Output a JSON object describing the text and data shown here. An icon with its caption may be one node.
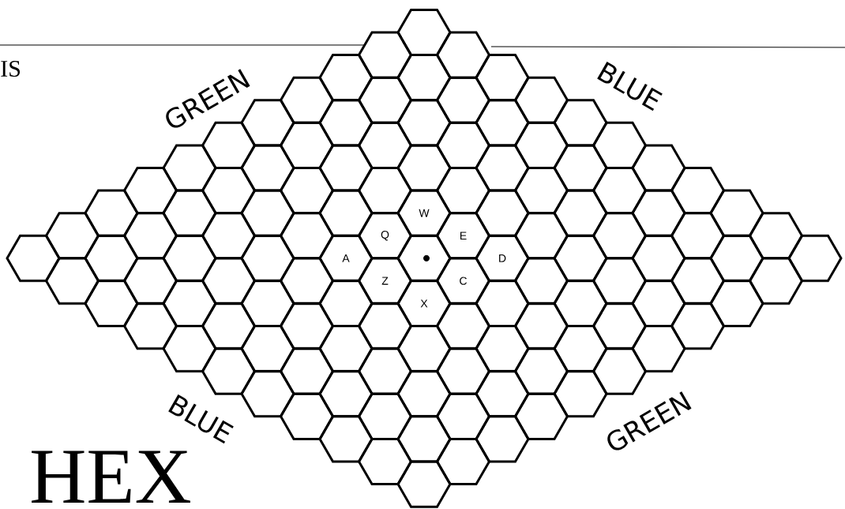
{
  "diagram": {
    "title": "HEX",
    "nodes": [
      {
        "text": [],
        "shape": "hexagon"
      },
      {
        "text": [],
        "shape": "hexagon"
      },
      {
        "text": [],
        "shape": "hexagon"
      },
      {
        "text": [],
        "shape": "hexagon"
      },
      {
        "text": [],
        "shape": "hexagon"
      },
      {
        "text": [],
        "shape": "hexagon"
      },
      {
        "text": [],
        "shape": "hexagon"
      },
      {
        "text": [],
        "shape": "hexagon"
      },
      {
        "text": [],
        "shape": "hexagon"
      },
      {
        "text": [],
        "shape": "hexagon"
      },
      {
        "text": [],
        "shape": "hexagon"
      },
      {
        "text": [],
        "shape": "hexagon"
      },
      {
        "text": [],
        "shape": "hexagon"
      },
      {
        "text": [],
        "shape": "hexagon"
      },
      {
        "text": [],
        "shape": "hexagon"
      },
      {
        "text": [],
        "shape": "hexagon"
      },
      {
        "text": [],
        "shape": "hexagon"
      },
      {
        "text": [],
        "shape": "hexagon"
      },
      {
        "text": [],
        "shape": "hexagon"
      },
      {
        "text": [],
        "shape": "hexagon"
      },
      {
        "text": [],
        "shape": "hexagon"
      },
      {
        "text": [],
        "shape": "hexagon"
      },
      {
        "text": [],
        "shape": "hexagon"
      },
      {
        "text": [],
        "shape": "hexagon"
      },
      {
        "text": [],
        "shape": "hexagon"
      },
      {
        "text": [],
        "shape": "hexagon"
      },
      {
        "text": [],
        "shape": "hexagon"
      },
      {
        "text": [],
        "shape": "hexagon"
      },
      {
        "text": [],
        "shape": "hexagon"
      },
      {
        "text": [],
        "shape": "hexagon"
      },
      {
        "text": [],
        "shape": "hexagon"
      },
      {
        "text": [],
        "shape": "hexagon"
      },
      {
        "text": [],
        "shape": "hexagon"
      },
      {
        "text": [],
        "shape": "hexagon"
      },
      {
        "text": [],
        "shape": "hexagon"
      },
      {
        "text": [],
        "shape": "hexagon"
      },
      {
        "text": [],
        "shape": "hexagon"
      },
      {
        "text": [],
        "shape": "hexagon"
      },
      {
        "text": [],
        "shape": "hexagon"
      },
      {
        "text": [],
        "shape": "hexagon"
      },
      {
        "text": [
          "W"
        ]
      },
      {
        "text": [],
        "shape": "hexagon"
      },
      {
        "text": [],
        "shape": "hexagon"
      },
      {
        "text": [],
        "shape": "hexagon"
      },
      {
        "text": [],
        "shape": "hexagon"
      },
      {
        "text": [],
        "shape": "hexagon"
      },
      {
        "text": [],
        "shape": "hexagon"
      },
      {
        "text": [],
        "shape": "hexagon"
      },
      {
        "text": [],
        "shape": "hexagon"
      },
      {
        "text": [
          "Q"
        ]
      },
      {
        "text": [
          "E"
        ]
      },
      {
        "text": [],
        "shape": "hexagon"
      },
      {
        "text": [],
        "shape": "hexagon"
      },
      {
        "text": [],
        "shape": "hexagon"
      },
      {
        "text": [],
        "shape": "hexagon"
      },
      {
        "text": [],
        "shape": "hexagon"
      },
      {
        "text": [],
        "shape": "hexagon"
      },
      {
        "text": [],
        "shape": "hexagon"
      },
      {
        "text": [],
        "shape": "hexagon"
      },
      {
        "text": [
          "A"
        ]
      },
      {
        "text": [],
        "shape": "hexagon"
      },
      {
        "text": [
          "D"
        ]
      },
      {
        "text": [],
        "shape": "hexagon"
      },
      {
        "text": [],
        "shape": "hexagon"
      },
      {
        "text": [],
        "shape": "hexagon"
      },
      {
        "text": [],
        "shape": "hexagon"
      },
      {
        "text": [],
        "shape": "hexagon"
      },
      {
        "text": [],
        "shape": "hexagon"
      },
      {
        "text": [],
        "shape": "hexagon"
      },
      {
        "text": [],
        "shape": "hexagon"
      },
      {
        "text": [
          "Z"
        ]
      },
      {
        "text": [
          "C"
        ]
      },
      {
        "text": [],
        "shape": "hexagon"
      },
      {
        "text": [],
        "shape": "hexagon"
      },
      {
        "text": [],
        "shape": "hexagon"
      },
      {
        "text": [],
        "shape": "hexagon"
      },
      {
        "text": [],
        "shape": "hexagon"
      },
      {
        "text": [],
        "shape": "hexagon"
      },
      {
        "text": [],
        "shape": "hexagon"
      },
      {
        "text": [],
        "shape": "hexagon"
      },
      {
        "text": [
          "X"
        ]
      },
      {
        "text": [],
        "shape": "hexagon"
      },
      {
        "text": [],
        "shape": "hexagon"
      },
      {
        "text": [],
        "shape": "hexagon"
      },
      {
        "text": [],
        "shape": "hexagon"
      },
      {
        "text": [],
        "shape": "hexagon"
      },
      {
        "text": [],
        "shape": "hexagon"
      },
      {
        "text": [],
        "shape": "hexagon"
      },
      {
        "text": [],
        "shape": "hexagon"
      },
      {
        "text": [],
        "shape": "hexagon"
      },
      {
        "text": [],
        "shape": "hexagon"
      },
      {
        "text": [],
        "shape": "hexagon"
      },
      {
        "text": [],
        "shape": "hexagon"
      },
      {
        "text": [],
        "shape": "hexagon"
      },
      {
        "text": [],
        "shape": "hexagon"
      },
      {
        "text": [],
        "shape": "hexagon"
      },
      {
        "text": [],
        "shape": "hexagon"
      },
      {
        "text": [],
        "shape": "hexagon"
      },
      {
        "text": [],
        "shape": "hexagon"
      },
      {
        "text": [],
        "shape": "hexagon"
      },
      {
        "text": [],
        "shape": "hexagon"
      },
      {
        "text": [],
        "shape": "hexagon"
      },
      {
        "text": [],
        "shape": "hexagon"
      },
      {
        "text": [],
        "shape": "hexagon"
      },
      {
        "text": [],
        "shape": "hexagon"
      },
      {
        "text": [],
        "shape": "hexagon"
      },
      {
        "text": [],
        "shape": "hexagon"
      },
      {
        "text": [],
        "shape": "hexagon"
      },
      {
        "text": [],
        "shape": "hexagon"
      },
      {
        "text": [],
        "shape": "hexagon"
      },
      {
        "text": [],
        "shape": "hexagon"
      },
      {
        "text": [],
        "shape": "hexagon"
      },
      {
        "text": [],
        "shape": "hexagon"
      },
      {
        "text": [],
        "shape": "hexagon"
      },
      {
        "text": [],
        "shape": "hexagon"
      },
      {
        "text": [],
        "shape": "hexagon"
      },
      {
        "text": [],
        "shape": "hexagon"
      },
      {
        "text": [],
        "shape": "hexagon"
      },
      {
        "text": [],
        "shape": "hexagon"
      },
      {
        "text": [],
        "shape": "hexagon"
      },
      {
        "text": [],
        "shape": "hexagon"
      }
    ],
    "labels": [
      "IS",
      "GREEN",
      "BLUE",
      "BLUE",
      "GREEN"
    ]
  }
}
